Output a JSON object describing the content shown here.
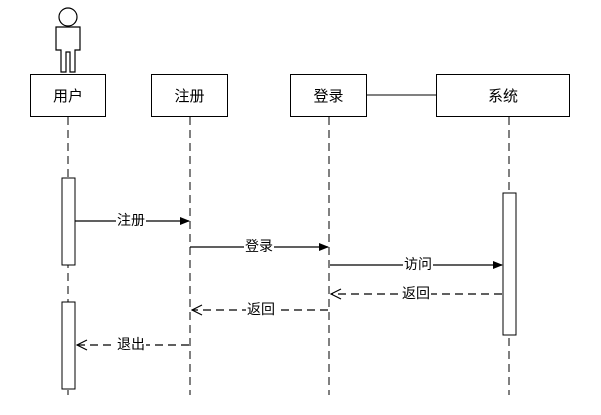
{
  "lifelines": {
    "user": "用户",
    "register": "注册",
    "login": "登录",
    "system": "系统"
  },
  "messages": {
    "m1": "注册",
    "m2": "登录",
    "m3": "访问",
    "m4": "返回",
    "m5": "返回",
    "m6": "退出"
  },
  "colors": {
    "line": "#000000",
    "background": "#ffffff"
  }
}
